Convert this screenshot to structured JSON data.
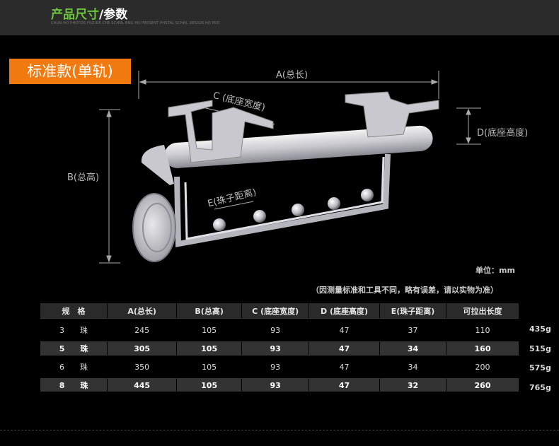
{
  "header": {
    "title_green": "产品尺寸",
    "title_white": "/参数",
    "subtitle": "CHUN HO PHOTOS FIGURE CHE SCHNL ENG HO PRESENT PHSTAL SCHNL DESIGN HD PRO"
  },
  "badge": "标准款(单轨)",
  "labels": {
    "a": "A(总长)",
    "b": "B(总高)",
    "c": "C (底座宽度)",
    "d": "D(底座高度)",
    "e": "E(珠子距离)"
  },
  "unit": "单位：mm",
  "note": "（因测量标准和工具不同，略有误差，请以实物为准）",
  "table": {
    "headers": [
      "规　格",
      "A(总长)",
      "B(总高)",
      "C (底座宽度)",
      "D (底座高度)",
      "E(珠子距离)",
      "可拉出长度"
    ],
    "rows": [
      {
        "spec": "3　　珠",
        "a": "245",
        "b": "105",
        "c": "93",
        "d": "47",
        "e": "37",
        "pull": "110",
        "weight": "435g"
      },
      {
        "spec": "5　　珠",
        "a": "305",
        "b": "105",
        "c": "93",
        "d": "47",
        "e": "34",
        "pull": "160",
        "weight": "515g"
      },
      {
        "spec": "6　　珠",
        "a": "350",
        "b": "105",
        "c": "93",
        "d": "47",
        "e": "34",
        "pull": "200",
        "weight": "575g"
      },
      {
        "spec": "8　　珠",
        "a": "445",
        "b": "105",
        "c": "93",
        "d": "47",
        "e": "32",
        "pull": "260",
        "weight": "765g"
      }
    ]
  },
  "colors": {
    "accent": "#f07a0f",
    "title_green": "#6cc43c"
  }
}
